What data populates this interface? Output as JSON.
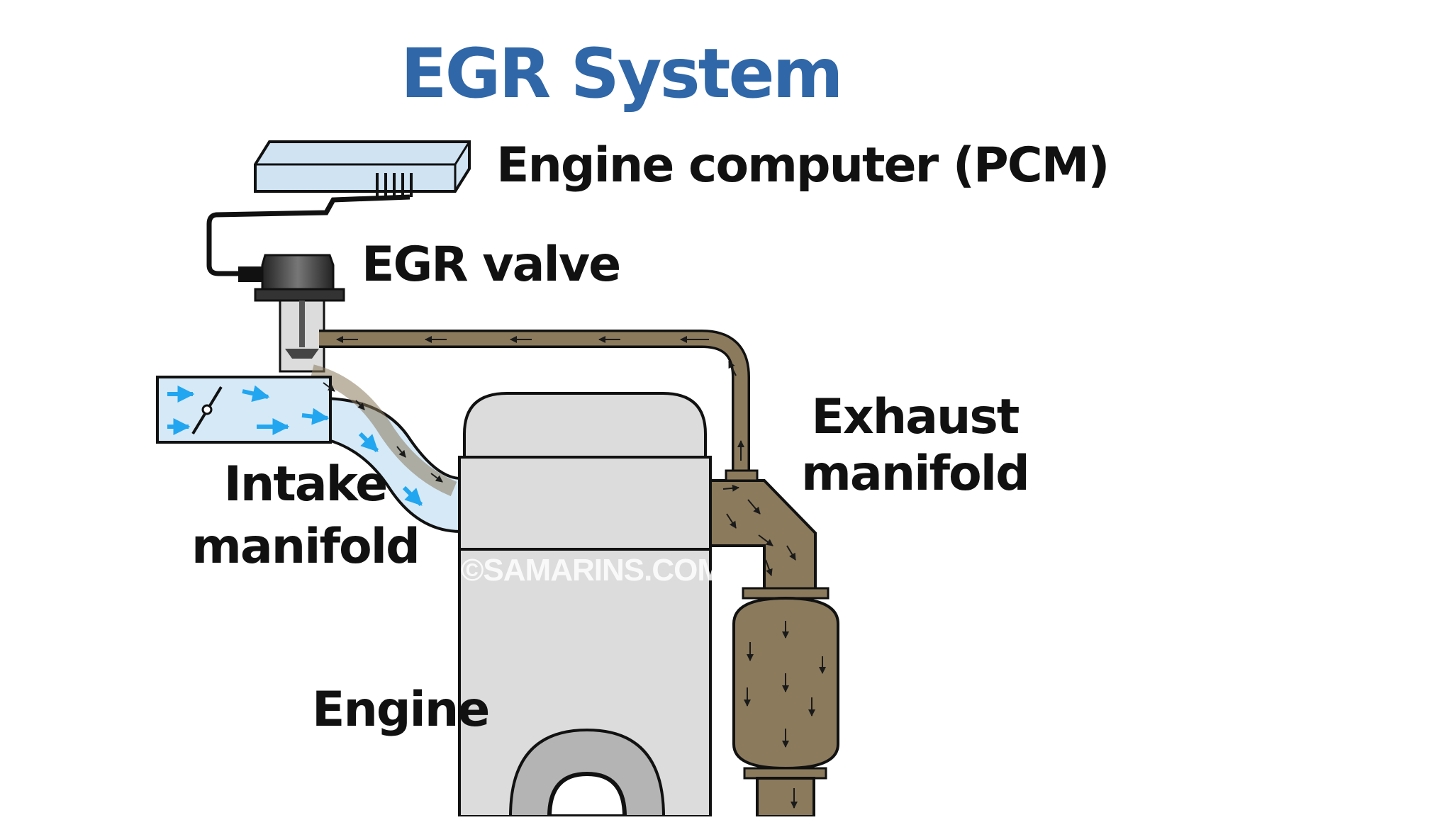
{
  "title": "EGR System",
  "labels": {
    "pcm": "Engine computer (PCM)",
    "egr_valve": "EGR valve",
    "exhaust_line1": "Exhaust",
    "exhaust_line2": "manifold",
    "intake_line1": "Intake",
    "intake_line2": "manifold",
    "engine": "Engine"
  },
  "watermark": "©SAMARINS.COM",
  "colors": {
    "title": "#2f67a8",
    "exhaust_gas": "#8b7a5c",
    "intake_air": "#d6e9f7",
    "air_arrows": "#22a6f0",
    "engine_body": "#dcdcdc",
    "pcm_box": "#cfe3f3"
  }
}
